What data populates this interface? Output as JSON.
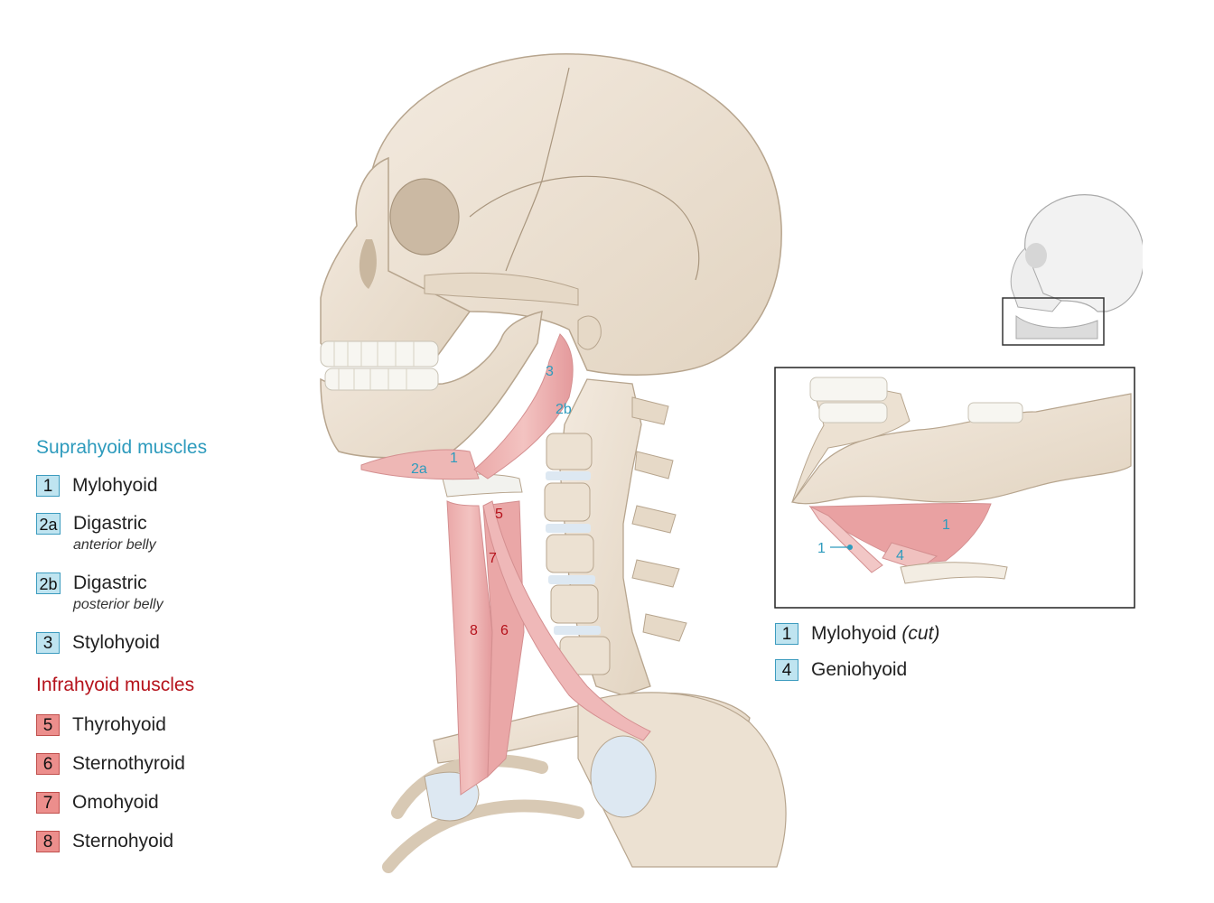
{
  "colors": {
    "suprahyoid": "#2e9bbd",
    "suprahyoid_badge_bg": "#bfe4f0",
    "suprahyoid_badge_border": "#3d9cbf",
    "infrahyoid": "#b5121b",
    "infrahyoid_badge_bg": "#ec8e8c",
    "infrahyoid_badge_border": "#c0504d",
    "bone": "#ece1d2",
    "bone_outline": "#b7a58e",
    "muscle": "#e8a3a5",
    "cartilage": "#dde8f2"
  },
  "legend": {
    "suprahyoid_title": "Suprahyoid muscles",
    "suprahyoid": [
      {
        "num": "1",
        "name": "Mylohyoid"
      },
      {
        "num": "2a",
        "name": "Digastric",
        "sub": "anterior belly"
      },
      {
        "num": "2b",
        "name": "Digastric",
        "sub": "posterior belly"
      },
      {
        "num": "3",
        "name": "Stylohyoid"
      }
    ],
    "infrahyoid_title": "Infrahyoid muscles",
    "infrahyoid": [
      {
        "num": "5",
        "name": "Thyrohyoid"
      },
      {
        "num": "6",
        "name": "Sternothyroid"
      },
      {
        "num": "7",
        "name": "Omohyoid"
      },
      {
        "num": "8",
        "name": "Sternohyoid"
      }
    ]
  },
  "inset": {
    "legend": [
      {
        "num": "1",
        "name": "Mylohyoid",
        "note": "(cut)"
      },
      {
        "num": "4",
        "name": "Geniohyoid"
      }
    ],
    "labels": {
      "mylohyoid_main": "1",
      "mylohyoid_pointer": "1",
      "geniohyoid": "4"
    }
  },
  "diagram_labels": {
    "l3": "3",
    "l2b": "2b",
    "l2a": "2a",
    "l1": "1",
    "l5": "5",
    "l7": "7",
    "l8": "8",
    "l6": "6"
  },
  "icons": {
    "main": "skull-neck-lateral-illustration",
    "thumbnail": "skull-thumbnail-icon",
    "inset": "mandible-floor-inset"
  }
}
